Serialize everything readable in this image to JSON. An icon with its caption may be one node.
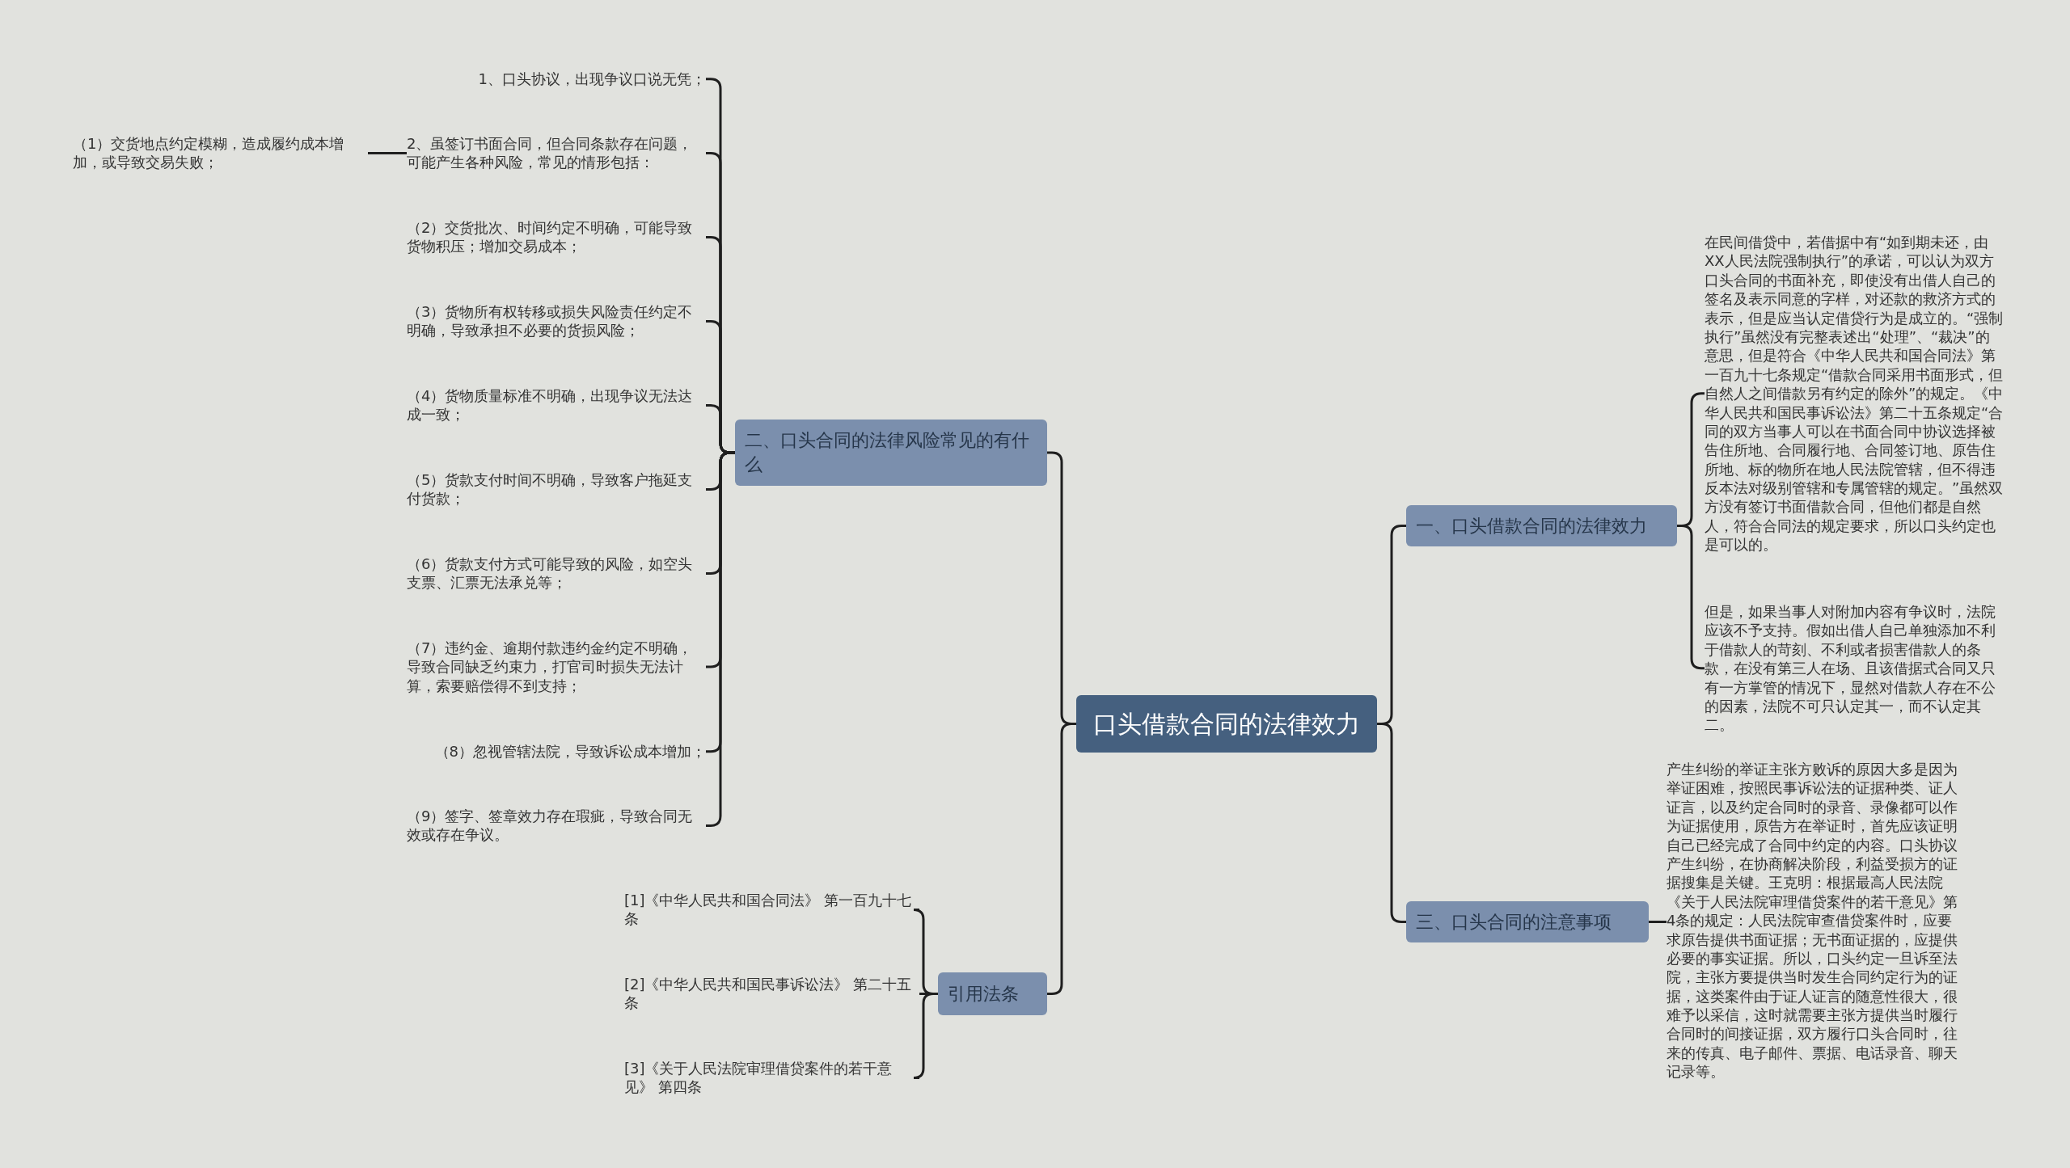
{
  "diagram": {
    "nodes": [
      {
        "text": [
          "口头借款合同的法律效力"
        ]
      },
      {
        "text": [
          "二、口头合同的法律风险常见的有什么"
        ]
      },
      {
        "text": [
          "1、口头协议，出现争议口说无凭；"
        ]
      },
      {
        "text": [
          "2、虽签订书面合同，但合同条款存在问题，可能产生各种风险，常见的情形包括："
        ]
      },
      {
        "text": [
          "（1）交货地点约定模糊，造成履约成本增加，或导致交易失败；"
        ]
      },
      {
        "text": [
          "（2）交货批次、时间约定不明确，可能导致货物积压；增加交易成本；"
        ]
      },
      {
        "text": [
          "（3）货物所有权转移或损失风险责任约定不明确，导致承担不必要的货损风险；"
        ]
      },
      {
        "text": [
          "（4）货物质量标准不明确，出现争议无法达成一致；"
        ]
      },
      {
        "text": [
          "（5）货款支付时间不明确，导致客户拖延支付货款；"
        ]
      },
      {
        "text": [
          "（6）货款支付方式可能导致的风险，如空头支票、汇票无法承兑等；"
        ]
      },
      {
        "text": [
          "（7）违约金、逾期付款违约金约定不明确，导致合同缺乏约束力，打官司时损失无法计算，索要赔偿得不到支持；"
        ]
      },
      {
        "text": [
          "（8）忽视管辖法院，导致诉讼成本增加；"
        ]
      },
      {
        "text": [
          "（9）签字、签章效力存在瑕疵，导致合同无效或存在争议。"
        ]
      },
      {
        "text": [
          "引用法条"
        ]
      },
      {
        "text": [
          "[1]《中华人民共和国合同法》 第一百九十七条"
        ]
      },
      {
        "text": [
          "[2]《中华人民共和国民事诉讼法》 第二十五条"
        ]
      },
      {
        "text": [
          "[3]《关于人民法院审理借贷案件的若干意见》 第四条"
        ]
      },
      {
        "text": [
          "一、口头借款合同的法律效力"
        ]
      },
      {
        "text": [
          "在民间借贷中，若借据中有“如到期未还，由XX人民法院强制执行”的承诺，可以认为双方口头合同的书面补充，即使没有出借人自己的签名及表示同意的字样，对还款的救济方式的表示，但是应当认定借贷行为是成立的。“强制执行”虽然没有完整表述出“处理”、“裁决”的意思，但是符合《中华人民共和国合同法》第一百九十七条规定“借款合同采用书面形式，但自然人之间借款另有约定的除外”的规定。《中华人民共和国民事诉讼法》第二十五条规定“合同的双方当事人可以在书面合同中协议选择被告住所地、合同履行地、合同签订地、原告住所地、标的物所在地人民法院管辖，但不得违反本法对级别管辖和专属管辖的规定。”虽然双方没有签订书面借款合同，但他们都是自然人，符合合同法的规定要求，所以口头约定也是可以的。"
        ]
      },
      {
        "text": [
          "但是，如果当事人对附加内容有争议时，法院应该不予支持。假如出借人自己单独添加不利于借款人的苛刻、不利或者损害借款人的条款，在没有第三人在场、且该借据式合同又只有一方掌管的情况下，显然对借款人存在不公的因素，法院不可只认定其一，而不认定其二。"
        ]
      },
      {
        "text": [
          "三、口头合同的注意事项"
        ]
      },
      {
        "text": [
          "产生纠纷的举证主张方败诉的原因大多是因为举证困难，按照民事诉讼法的证据种类、证人证言，以及约定合同时的录音、录像都可以作为证据使用，原告方在举证时，首先应该证明自己已经完成了合同中约定的内容。口头协议产生纠纷，在协商解决阶段，利益受损方的证据搜集是关键。王克明：根据最高人民法院《关于人民法院审理借贷案件的若干意见》第4条的规定：人民法院审查借贷案件时，应要求原告提供书面证据；无书面证据的，应提供必要的事实证据。所以，口头约定一旦诉至法院，主张方要提供当时发生合同约定行为的证据，这类案件由于证人证言的随意性很大，很难予以采信，这时就需要主张方提供当时履行合同时的间接证据，双方履行口头合同时，往来的传真、电子邮件、票据、电话录音、聊天记录等。"
        ]
      }
    ],
    "edges": [
      {
        "from": 0,
        "to": 1,
        "arrow": "none"
      },
      {
        "from": 1,
        "to": 2,
        "arrow": "none"
      },
      {
        "from": 1,
        "to": 3,
        "arrow": "none"
      },
      {
        "from": 3,
        "to": 4,
        "arrow": "none"
      },
      {
        "from": 1,
        "to": 5,
        "arrow": "none"
      },
      {
        "from": 1,
        "to": 6,
        "arrow": "none"
      },
      {
        "from": 1,
        "to": 7,
        "arrow": "none"
      },
      {
        "from": 1,
        "to": 8,
        "arrow": "none"
      },
      {
        "from": 1,
        "to": 9,
        "arrow": "none"
      },
      {
        "from": 1,
        "to": 10,
        "arrow": "none"
      },
      {
        "from": 1,
        "to": 11,
        "arrow": "none"
      },
      {
        "from": 1,
        "to": 12,
        "arrow": "none"
      },
      {
        "from": 0,
        "to": 13,
        "arrow": "none"
      },
      {
        "from": 13,
        "to": 14,
        "arrow": "none"
      },
      {
        "from": 13,
        "to": 15,
        "arrow": "none"
      },
      {
        "from": 13,
        "to": 16,
        "arrow": "none"
      },
      {
        "from": 0,
        "to": 17,
        "arrow": "none"
      },
      {
        "from": 17,
        "to": 18,
        "arrow": "none"
      },
      {
        "from": 17,
        "to": 19,
        "arrow": "none"
      },
      {
        "from": 0,
        "to": 20,
        "arrow": "none"
      },
      {
        "from": 20,
        "to": 21,
        "arrow": "none"
      }
    ]
  }
}
